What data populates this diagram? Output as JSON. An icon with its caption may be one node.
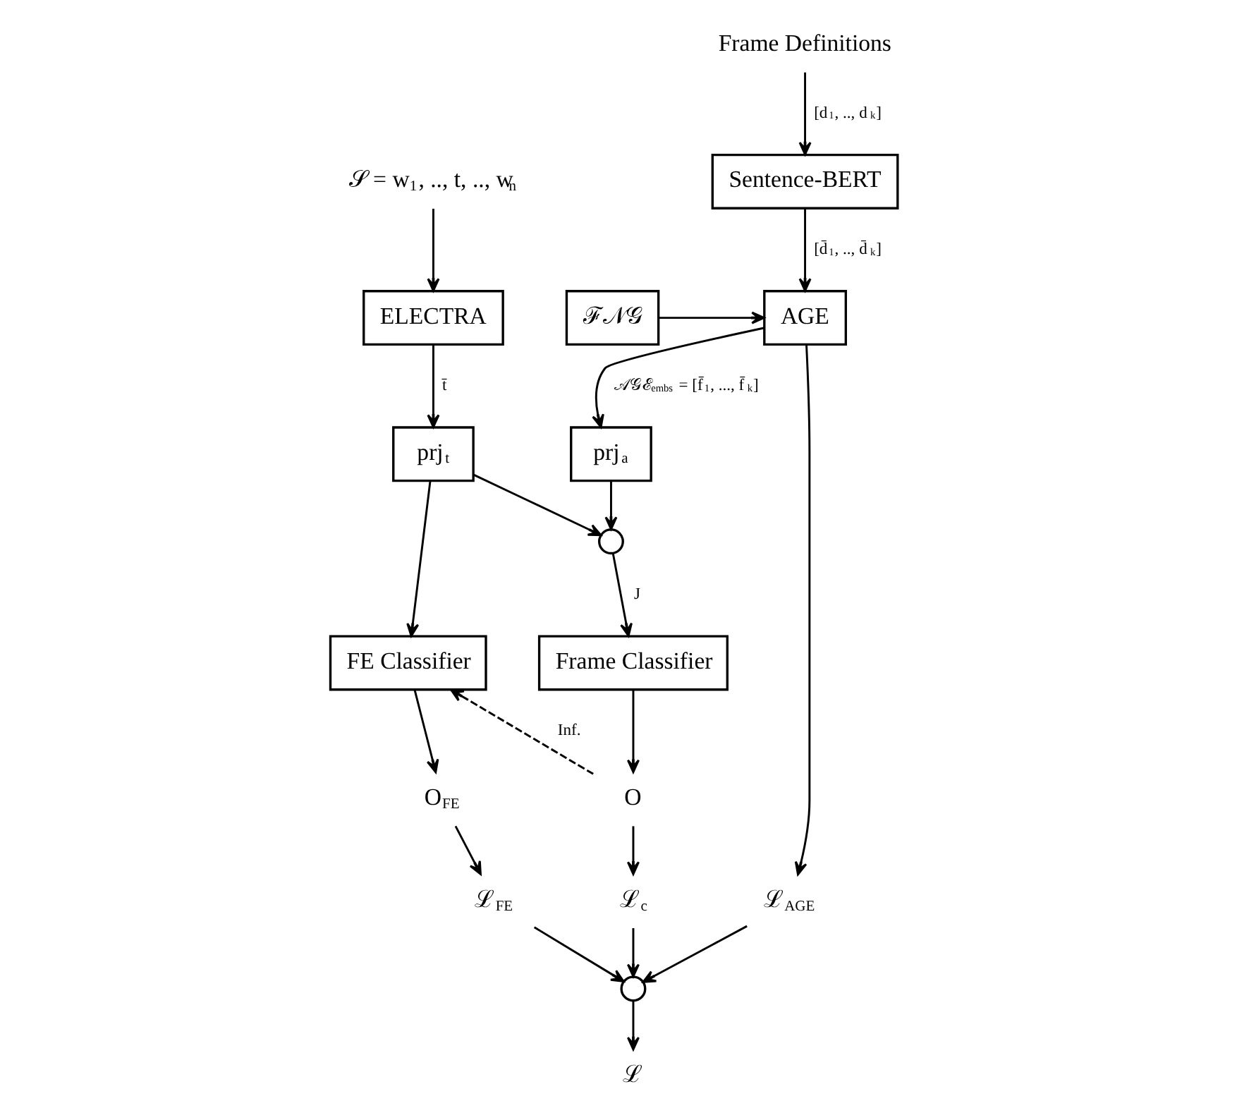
{
  "diagram": {
    "nodes": [
      {
        "text": [
          "Frame Definitions"
        ]
      },
      {
        "text": [
          "𝒮 = w$_{1}$, .., t, .., w$_{n}$"
        ]
      },
      {
        "text": [
          "Sentence-BERT"
        ]
      },
      {
        "text": [
          "ELECTRA"
        ]
      },
      {
        "text": [
          "AGE"
        ]
      },
      {
        "text": [
          "ℱ𝒩𝒢"
        ]
      },
      {
        "text": [
          "prj$_{t}$"
        ]
      },
      {
        "text": [
          "prj$_{a}$"
        ]
      },
      {
        "text": [],
        "shape": "circle"
      },
      {
        "text": [
          "FE Classifier"
        ]
      },
      {
        "text": [
          "Frame Classifier"
        ]
      },
      {
        "text": [
          "O$_{FE}$"
        ]
      },
      {
        "text": [
          "O"
        ]
      },
      {
        "text": [
          "ℒ$_{FE}$"
        ]
      },
      {
        "text": [
          "ℒ$_{c}$"
        ]
      },
      {
        "text": [
          "ℒ$_{AGE}$"
        ]
      },
      {
        "text": [],
        "shape": "circle"
      },
      {
        "text": [
          "ℒ"
        ]
      }
    ],
    "edges": [
      {
        "from": 0,
        "to": 2,
        "arrow": "to",
        "label": "[d$_{1}$, .., d$_{k}$]"
      },
      {
        "from": 1,
        "to": 3,
        "arrow": "to"
      },
      {
        "from": 2,
        "to": 4,
        "arrow": "to",
        "label": "[d̄$_{1}$, .., d̄$_{k}$]"
      },
      {
        "from": 5,
        "to": 4,
        "arrow": "to"
      },
      {
        "from": 3,
        "to": 6,
        "arrow": "to",
        "label": "t̄"
      },
      {
        "from": 4,
        "to": 7,
        "arrow": "to",
        "label": "𝒜𝒢ℰ$_{embs}$ = [f̄$_{1}$, ..., f̄$_{k}$]"
      },
      {
        "from": 6,
        "to": 8,
        "arrow": "to"
      },
      {
        "from": 6,
        "to": 9,
        "arrow": "to"
      },
      {
        "from": 7,
        "to": 8,
        "arrow": "to"
      },
      {
        "from": 8,
        "to": 10,
        "arrow": "to",
        "label": "J"
      },
      {
        "from": 9,
        "to": 11,
        "arrow": "to"
      },
      {
        "from": 10,
        "to": 12,
        "arrow": "to"
      },
      {
        "from": 12,
        "to": 9,
        "arrow": "to",
        "style": "dashed",
        "label": "Inf."
      },
      {
        "from": 11,
        "to": 13,
        "arrow": "to"
      },
      {
        "from": 12,
        "to": 14,
        "arrow": "to"
      },
      {
        "from": 4,
        "to": 15,
        "arrow": "to"
      },
      {
        "from": 13,
        "to": 16,
        "arrow": "to"
      },
      {
        "from": 14,
        "to": 16,
        "arrow": "to"
      },
      {
        "from": 15,
        "to": 16,
        "arrow": "to"
      },
      {
        "from": 16,
        "to": 17,
        "arrow": "to"
      }
    ]
  }
}
